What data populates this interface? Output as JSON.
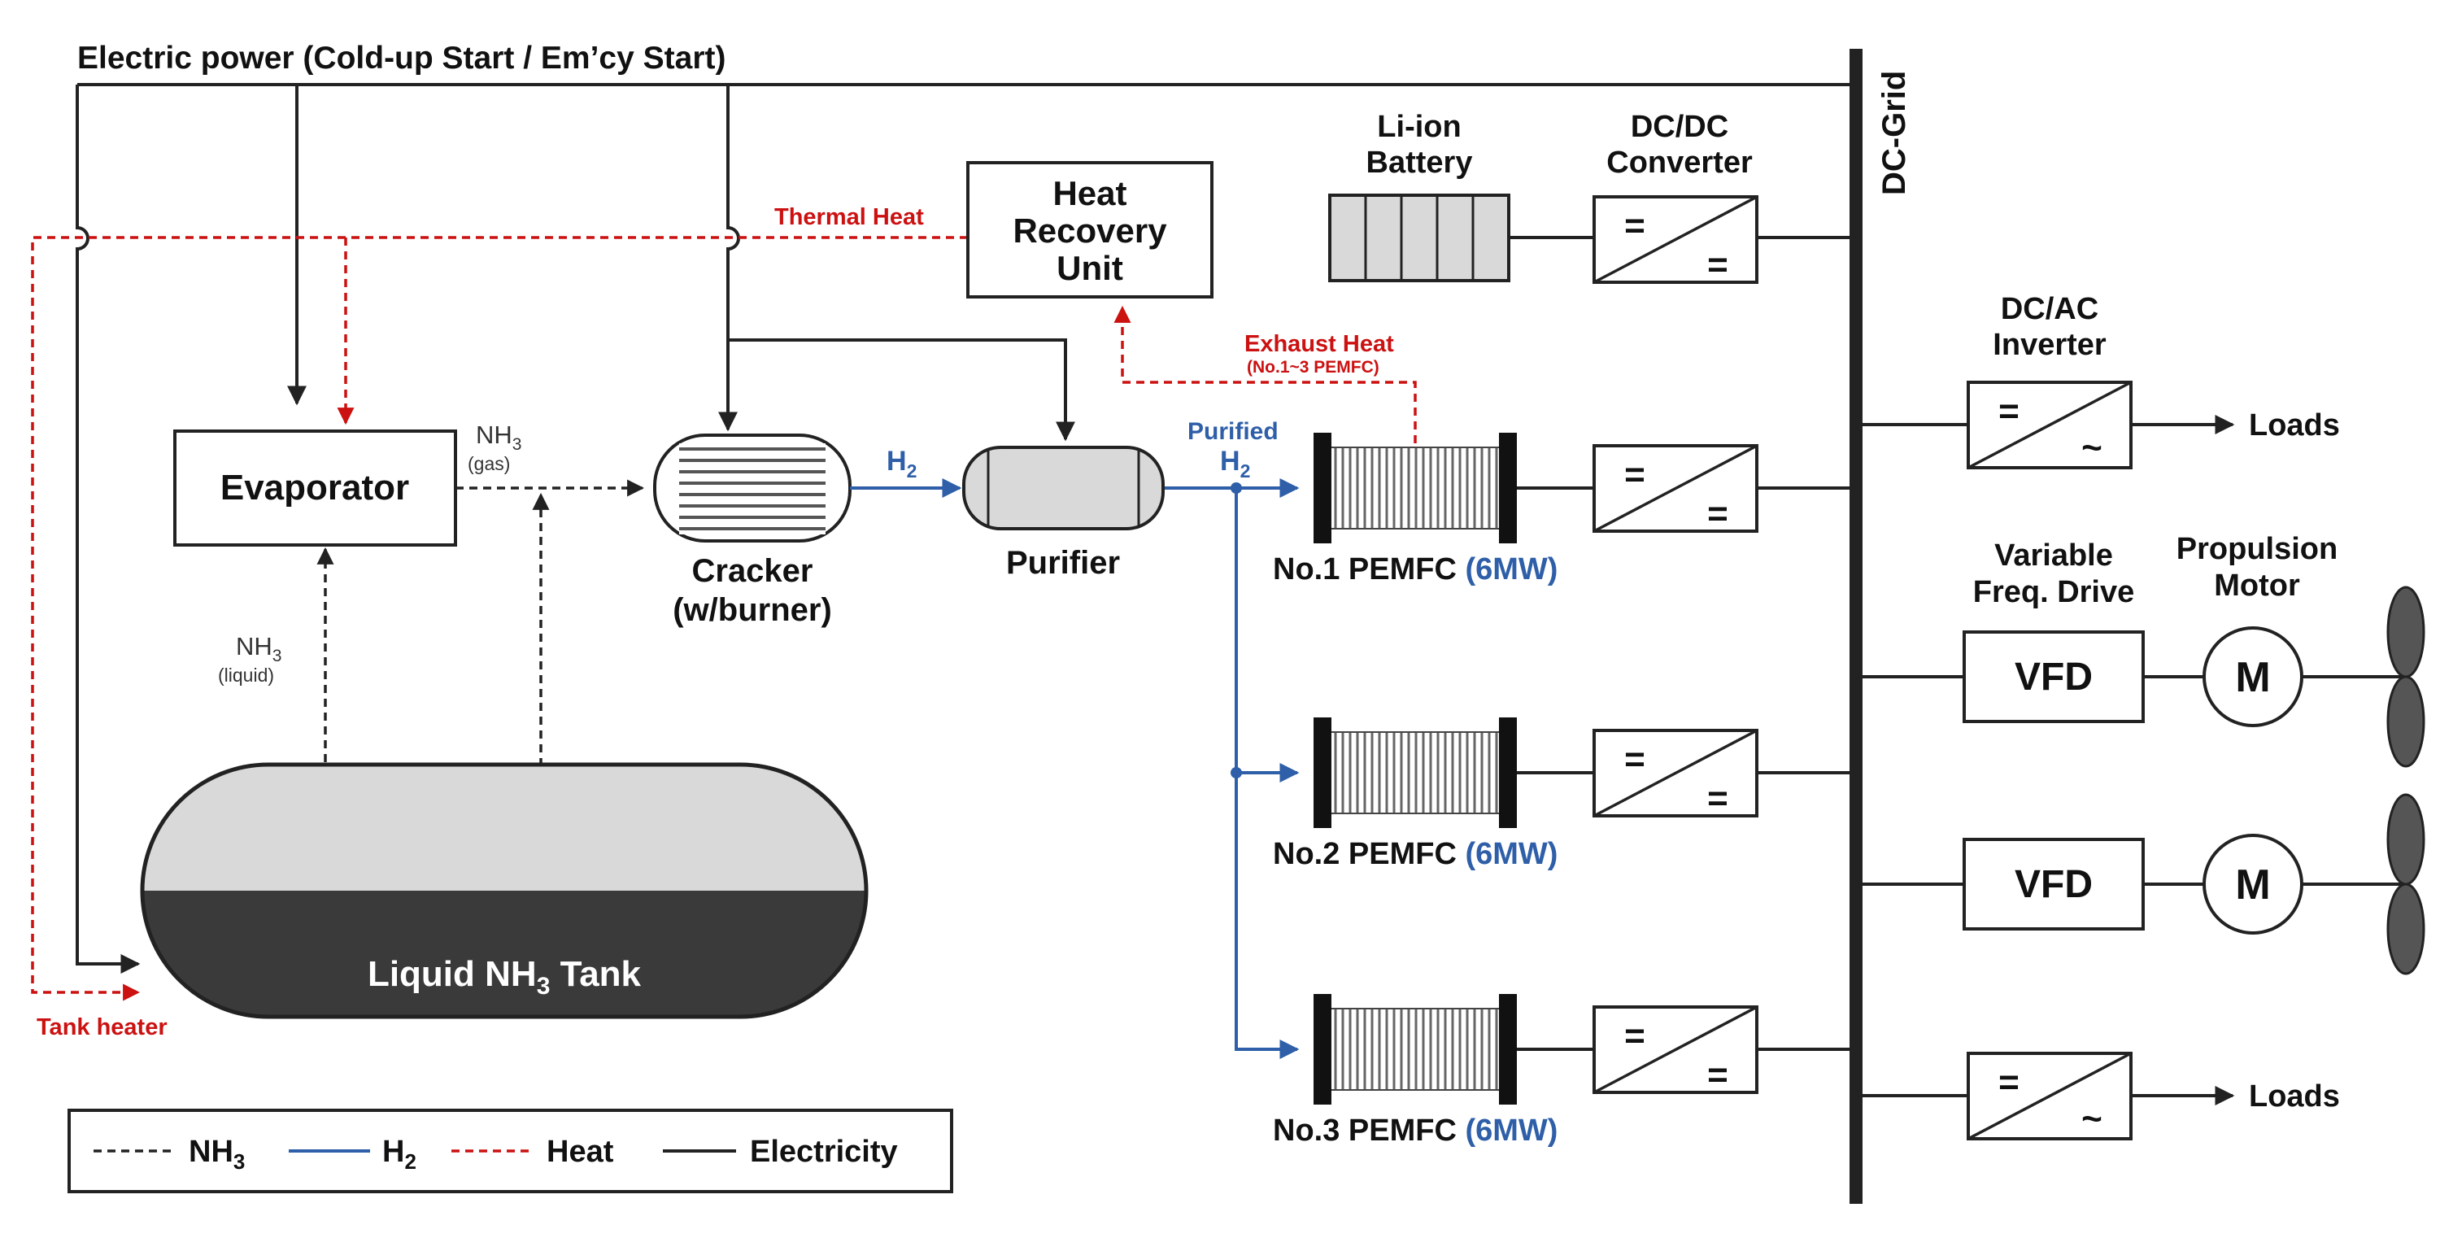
{
  "top_bus": {
    "label": "Electric power (Cold-up Start / Em’cy Start)"
  },
  "grid": {
    "label": "DC-Grid"
  },
  "heat": {
    "thermal_heat": "Thermal Heat",
    "exhaust_heat": "Exhaust Heat",
    "exhaust_heat_sub": "(No.1~3 PEMFC)",
    "tank_heater": "Tank heater"
  },
  "hru": {
    "line1": "Heat",
    "line2": "Recovery",
    "line3": "Unit"
  },
  "evaporator": {
    "label": "Evaporator"
  },
  "nh3_gas": {
    "sym": "NH",
    "sub": "3",
    "state": "(gas)"
  },
  "nh3_liquid": {
    "sym": "NH",
    "sub": "3",
    "state": "(liquid)"
  },
  "cracker": {
    "line1": "Cracker",
    "line2": "(w/burner)"
  },
  "h2_label": {
    "sym": "H",
    "sub": "2"
  },
  "purified": {
    "line1": "Purified",
    "sym": "H",
    "sub": "2"
  },
  "purifier": {
    "label": "Purifier"
  },
  "tank": {
    "pre": "Liquid  NH",
    "sub": "3",
    "post": " Tank"
  },
  "battery": {
    "line1": "Li-ion",
    "line2": "Battery"
  },
  "dcdc": {
    "line1": "DC/DC",
    "line2": "Converter"
  },
  "dcac": {
    "line1": "DC/AC",
    "line2": "Inverter"
  },
  "vfd_title": {
    "line1": "Variable",
    "line2": "Freq. Drive"
  },
  "motor_title": {
    "line1": "Propulsion",
    "line2": "Motor"
  },
  "vfd": {
    "label": "VFD"
  },
  "motor": {
    "label": "M"
  },
  "loads": {
    "label": "Loads"
  },
  "fuel_cells": [
    {
      "name": "No.1 PEMFC",
      "rating": "(6MW)"
    },
    {
      "name": "No.2 PEMFC",
      "rating": "(6MW)"
    },
    {
      "name": "No.3 PEMFC",
      "rating": "(6MW)"
    }
  ],
  "converter_symbols": {
    "dc": "=",
    "ac": "~"
  },
  "legend": {
    "nh3": {
      "sym": "NH",
      "sub": "3"
    },
    "h2": {
      "sym": "H",
      "sub": "2"
    },
    "heat": "Heat",
    "electricity": "Electricity"
  },
  "colors": {
    "hydrogen": "#2e5fa8",
    "heat": "#cc1111",
    "electricity": "#222222",
    "tank_liquid": "#3a3a3a",
    "tank_vapor": "#d9d9d9"
  }
}
